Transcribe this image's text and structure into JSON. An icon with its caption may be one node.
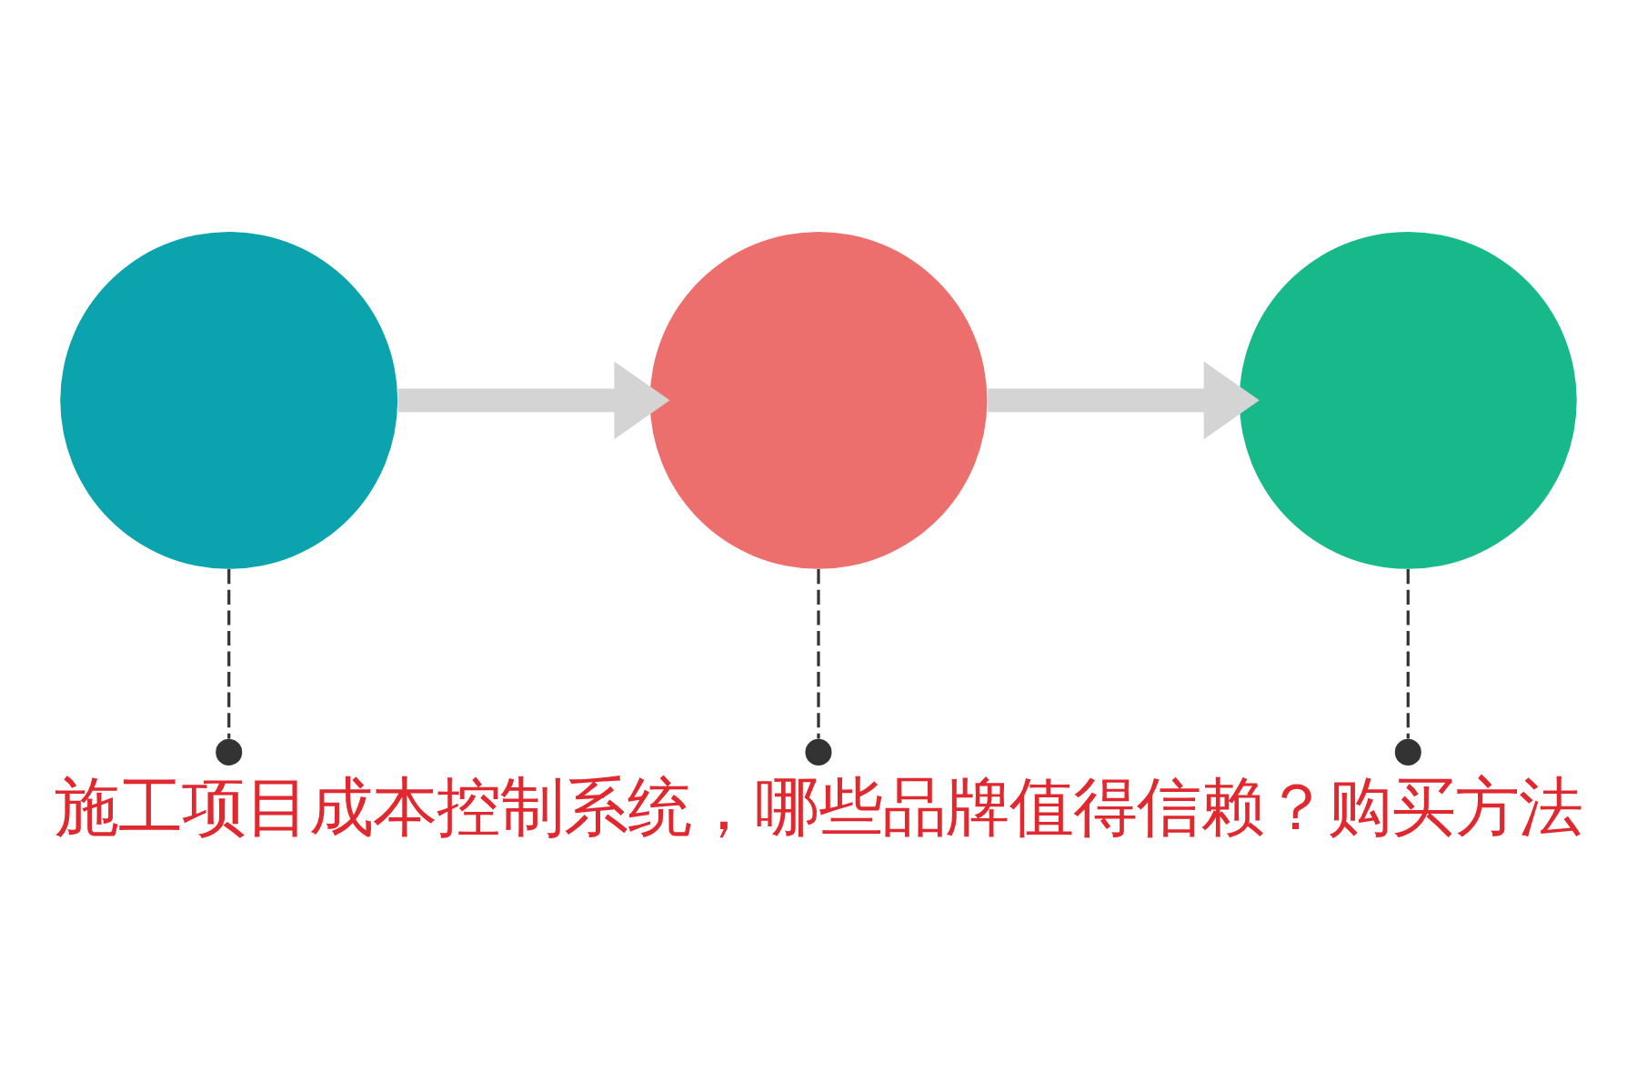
{
  "diagram": {
    "title": "施工项目成本控制系统，哪些品牌值得信赖？购买方法",
    "nodes": [
      {
        "text": [],
        "shape": "circle"
      },
      {
        "text": [],
        "shape": "circle"
      },
      {
        "text": [],
        "shape": "circle"
      },
      {
        "text": [],
        "shape": "circle"
      },
      {
        "text": [],
        "shape": "circle"
      },
      {
        "text": [],
        "shape": "circle"
      }
    ],
    "edges": [
      {
        "from": 0,
        "to": 1,
        "arrow": "to",
        "style": "thick",
        "color": "#d4d4d4"
      },
      {
        "from": 1,
        "to": 2,
        "arrow": "to",
        "style": "thick",
        "color": "#d4d4d4"
      },
      {
        "from": 0,
        "to": 3,
        "arrow": "none",
        "style": "dashed"
      },
      {
        "from": 1,
        "to": 4,
        "arrow": "none",
        "style": "dashed"
      },
      {
        "from": 2,
        "to": 5,
        "arrow": "none",
        "style": "dashed"
      }
    ]
  }
}
